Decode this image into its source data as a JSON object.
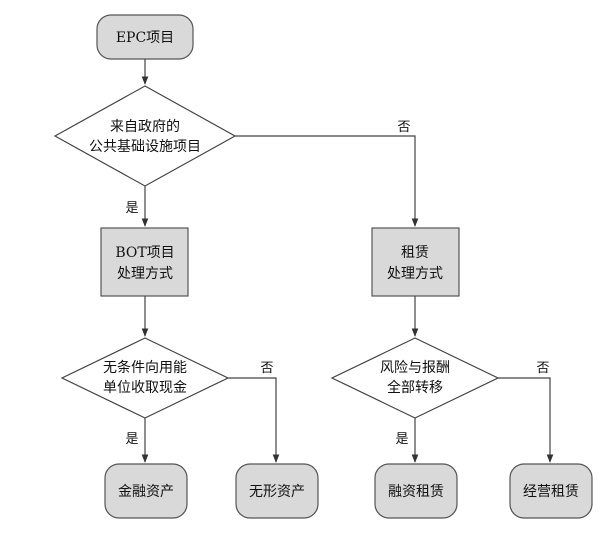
{
  "nodes": {
    "epc": "EPC项目",
    "decision1_line1": "来自政府的",
    "decision1_line2": "公共基础设施项目",
    "bot_line1": "BOT项目",
    "bot_line2": "处理方式",
    "lease_line1": "租赁",
    "lease_line2": "处理方式",
    "decision2_line1": "无条件向用能",
    "decision2_line2": "单位收取现金",
    "decision3_line1": "风险与报酬",
    "decision3_line2": "全部转移",
    "financial_asset": "金融资产",
    "intangible_asset": "无形资产",
    "finance_lease": "融资租赁",
    "operating_lease": "经营租赁"
  },
  "edges": {
    "yes1": "是",
    "no1": "否",
    "yes2": "是",
    "no2": "否",
    "yes3": "是",
    "no3": "否"
  }
}
